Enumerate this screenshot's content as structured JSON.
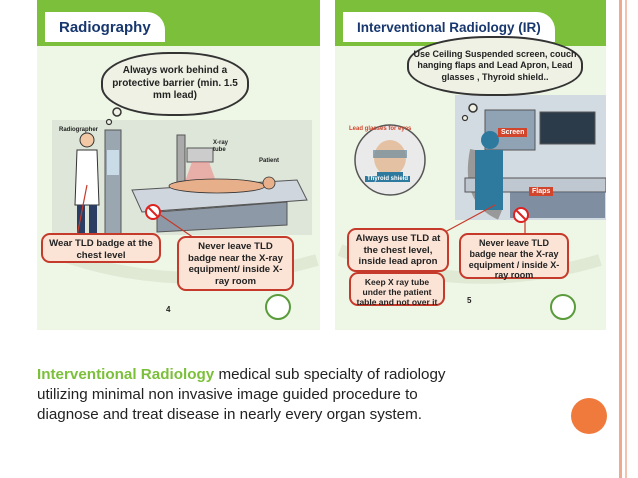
{
  "left_panel": {
    "title": "Radiography",
    "cloud": "Always work behind a protective barrier (min. 1.5 mm lead)",
    "labels": {
      "radiographer": "Radiographer",
      "xray_tube": "X-ray tube",
      "patient": "Patient"
    },
    "callout_badge": "Wear TLD badge at the chest level",
    "callout_never": "Never leave TLD badge near the X-ray equipment/ inside X-ray room",
    "page_number": "4"
  },
  "right_panel": {
    "title": "Interventional Radiology (IR)",
    "cloud": "Use Ceiling Suspended screen, couch hanging flaps and Lead Apron, Lead glasses , Thyroid shield..",
    "labels": {
      "lead_glasses": "Lead glasses for eyes",
      "thyroid": "Thyroid shield",
      "screen": "Screen",
      "flaps": "Flaps"
    },
    "callout_always": "Always use TLD at the chest level, inside lead apron",
    "callout_never": "Never leave TLD badge near the X-ray equipment / inside X-ray room",
    "callout_keep": "Keep X ray tube under the patient table and not over it",
    "page_number": "5"
  },
  "description": {
    "highlight": "Interventional Radiology",
    "line1_rest": " medical sub specialty of radiology",
    "line2": "utilizing minimal non invasive image guided procedure to",
    "line3": "diagnose and treat disease in nearly every organ system."
  },
  "colors": {
    "banner": "#7bbf3a",
    "accent_orange": "#f07a3c",
    "callout_border": "#c53a2a",
    "title_blue": "#17376e"
  }
}
